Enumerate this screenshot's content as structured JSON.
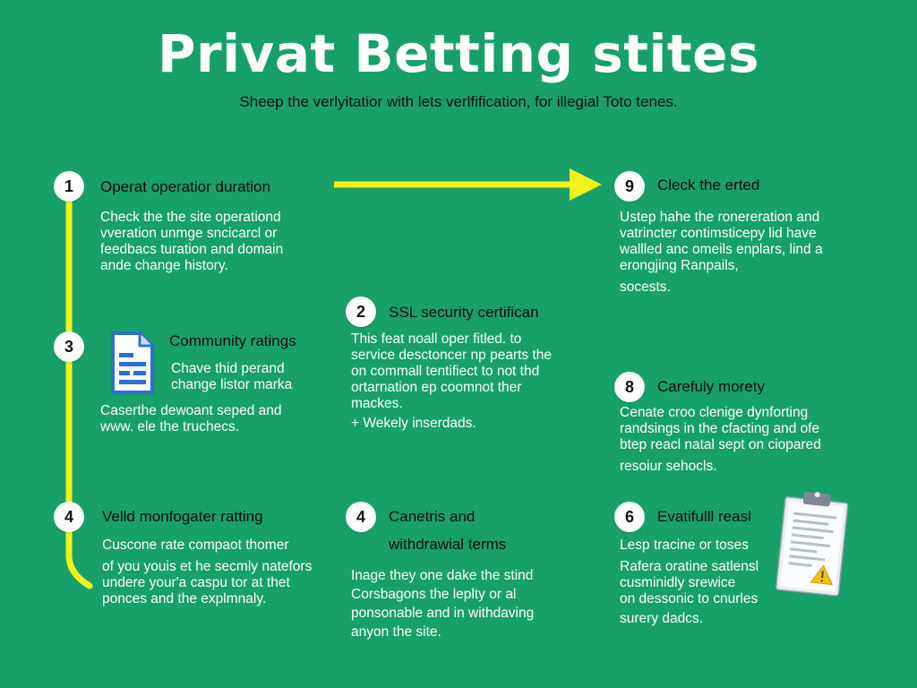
{
  "title": "Privat Betting stites",
  "subtitle": "Sheep the verlyitatior with lets verlfification, for illegial Toto tenes.",
  "steps": [
    {
      "number": "1",
      "heading": "Operat operatior duration",
      "body": [
        "Check the the site operationd",
        "vveration unmge sncicarcl or",
        "feedbacs turation and domain",
        "ande change history."
      ]
    },
    {
      "number": "9",
      "heading": "Cleck the erted",
      "body": [
        "Ustep hahe the ronereration and",
        "vatrincter contimsticepy lid have",
        "wallled anc omeils enplars, lind a",
        "erongjing Ranpails,",
        "socests."
      ]
    },
    {
      "number": "2",
      "heading": "SSL security certifican",
      "body": [
        "This feat noall oper fitled. to",
        "service desctoncer np pearts the",
        "on commall tentifiect to not thd",
        "ortarnation ep coomnot ther",
        "mackes.",
        "+ Wekely inserdads."
      ]
    },
    {
      "number": "3",
      "heading": "Community ratings",
      "body": [
        "Chave thid perand",
        "change listor marka"
      ],
      "extra": [
        "Caserthe dewoant seped and",
        "www. ele the truchecs."
      ]
    },
    {
      "number": "8",
      "heading": "Carefuly morety",
      "body": [
        "Cenate croo clenige dynforting",
        "randsings in the cfacting and ofe",
        "btep reacl natal sept on ciopared",
        "resoiur sehocls."
      ]
    },
    {
      "number": "4",
      "heading": "Velld monfogater ratting",
      "body": [
        "Cuscone rate compaot thomer",
        "of you youis et he secmly natefors",
        "undere your'a caspu tor at thet",
        "ponces and the explmnaly."
      ]
    },
    {
      "number": "4",
      "heading": "Canetris and",
      "heading2": "withdrawial terms",
      "body": [
        "Inage they one dake the stind",
        "Corsbagons the leplty or al",
        "ponsonable and in withdaving",
        "anyon the site."
      ]
    },
    {
      "number": "6",
      "heading": "Evatifulll reasl",
      "body": [
        "Lesp tracine or toses",
        "Rafera oratine satlensl",
        "cusminidly srewice",
        "on dessonic to cnurles",
        "surery dadcs."
      ]
    }
  ],
  "icons": {
    "document": "document-icon",
    "clipboard": "clipboard-warning-icon"
  },
  "colors": {
    "background": "#18a06b",
    "connector": "#f2f21a",
    "badge": "#ffffff",
    "heading_text": "#0a0a0a",
    "body_text": "#ffffff",
    "document_icon": "#2f6fd1",
    "warning": "#f2c21a"
  }
}
